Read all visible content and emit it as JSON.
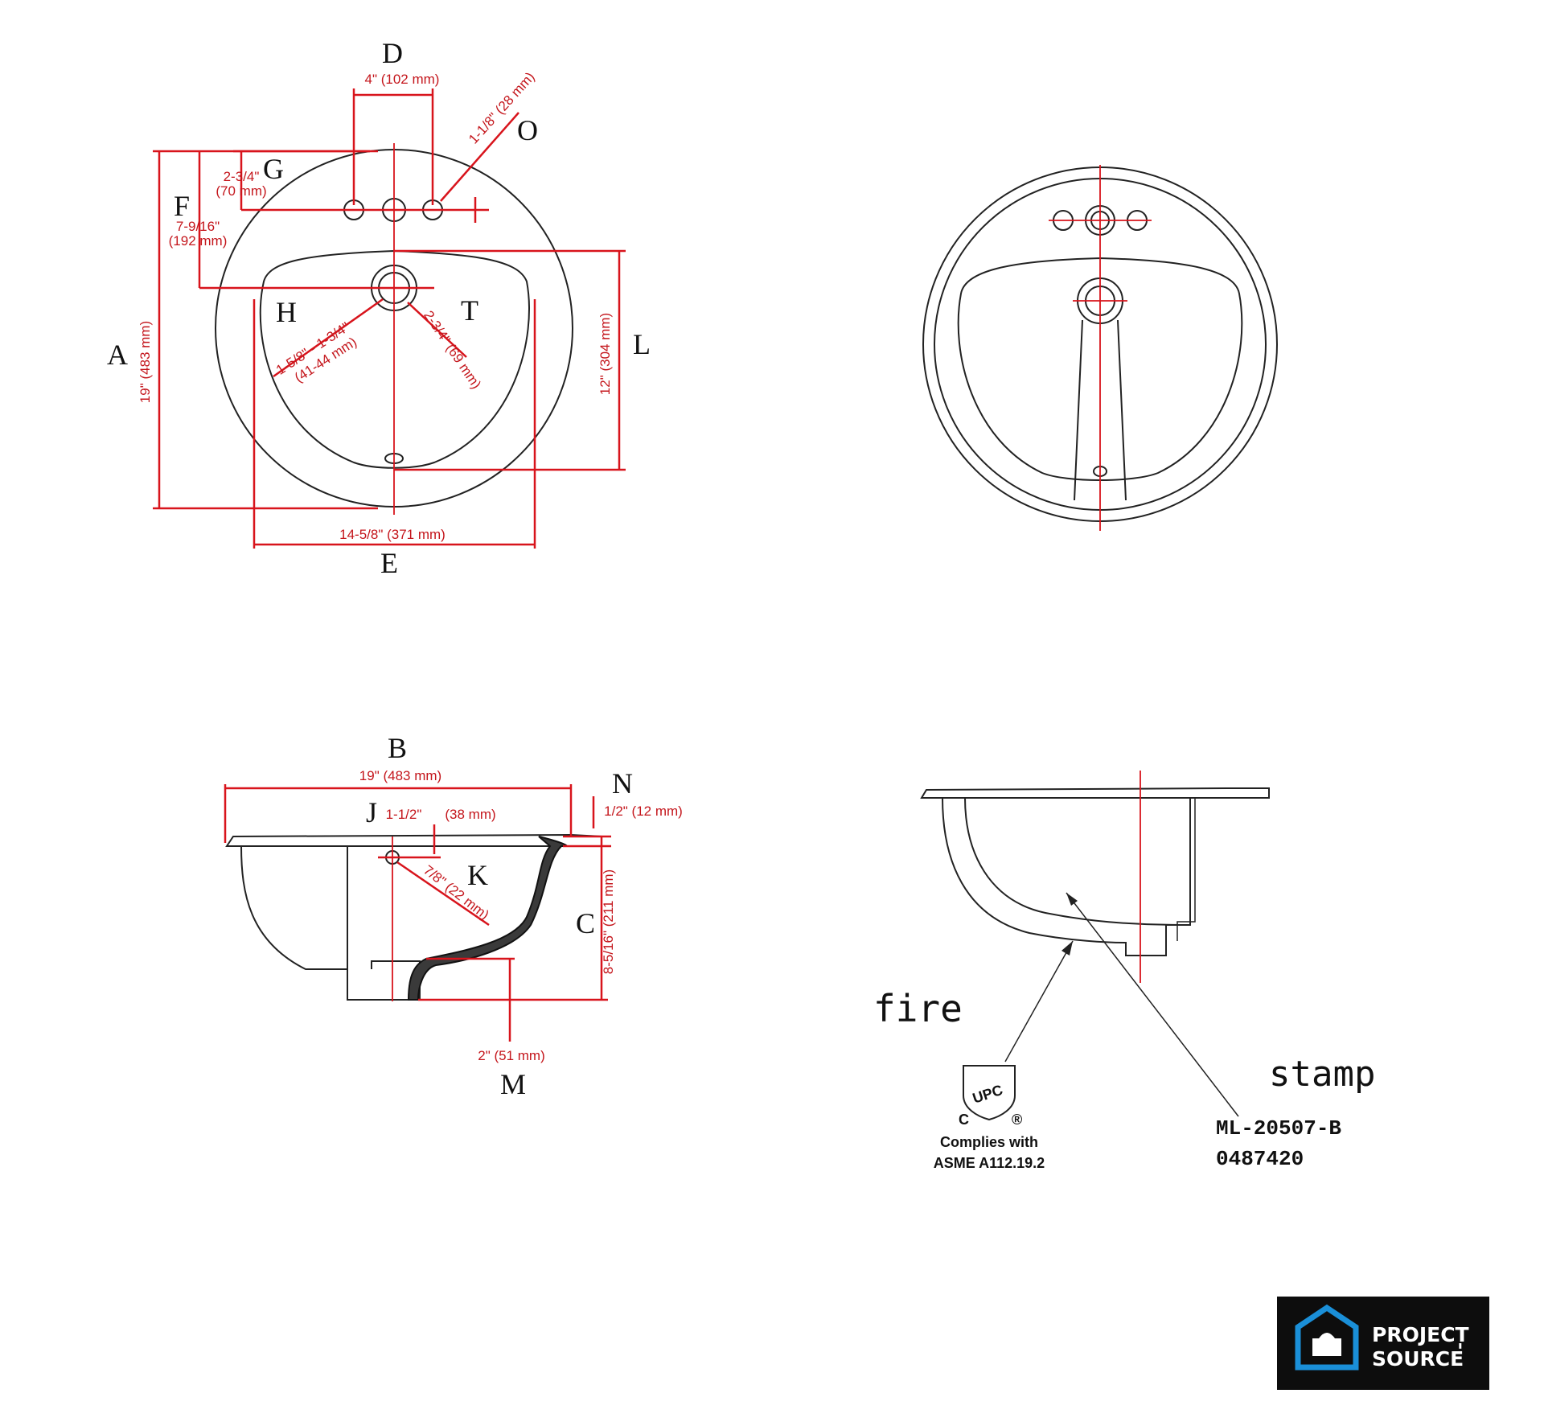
{
  "top_view": {
    "labels": {
      "A": "A",
      "D": "D",
      "E": "E",
      "F": "F",
      "G": "G",
      "H": "H",
      "L": "L",
      "O": "O",
      "T": "T"
    },
    "dims": {
      "D": "4\" (102 mm)",
      "O": "1-1/8\" (28 mm)",
      "G_in": "2-3/4\"",
      "G_mm": "(70 mm)",
      "F_in": "7-9/16\"",
      "F_mm": "(192 mm)",
      "A": "19\" (483 mm)",
      "H_in": "1-5/8\" - 1-3/4\"",
      "H_mm": "(41-44 mm)",
      "T": "2-3/4\" (69 mm)",
      "L": "12\" (304 mm)",
      "E": "14-5/8\" (371 mm)"
    }
  },
  "side_view": {
    "labels": {
      "B": "B",
      "C": "C",
      "J": "J",
      "K": "K",
      "M": "M",
      "N": "N"
    },
    "dims": {
      "B": "19\" (483 mm)",
      "J_in": "1-1/2\"",
      "J_mm": "(38 mm)",
      "N": "1/2\" (12 mm)",
      "K": "7/8\" (22 mm)",
      "C": "8-5/16\" (211 mm)",
      "M": "2\" (51 mm)"
    }
  },
  "marking": {
    "fire_label": "fire",
    "stamp_label": "stamp",
    "upc_logo": "UPC",
    "upc_c": "C",
    "upc_r": "®",
    "compliance_line1": "Complies with",
    "compliance_line2": "ASME A112.19.2",
    "stamp_line1": "ML-20507-B",
    "stamp_line2": "0487420"
  },
  "brand": {
    "line1": "PROJECT",
    "line2": "SOURCE",
    "mark": "'",
    "icon": "house-icon",
    "colors": {
      "background": "#0d0d0d",
      "icon": "#1a8fd8",
      "text": "#ffffff"
    }
  },
  "colors": {
    "dimension": "#d8141c",
    "outline": "#222222"
  }
}
